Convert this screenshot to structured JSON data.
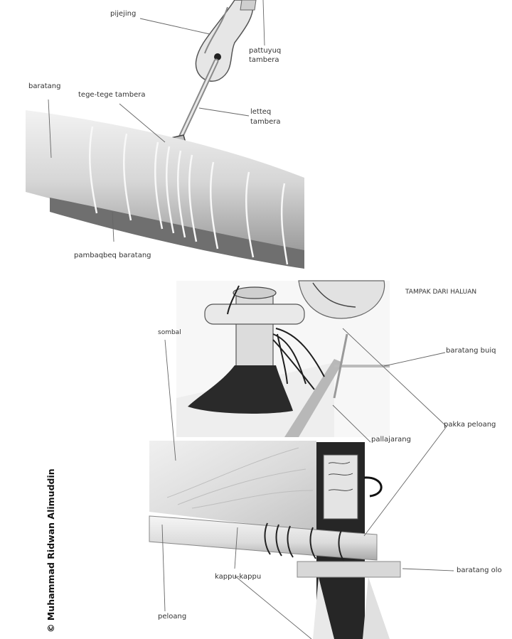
{
  "labels": {
    "pijejing": "pijejing",
    "pattuyuq_line1": "pattuyuq",
    "pattuyuq_line2": "tambera",
    "baratang": "baratang",
    "tege_tege_tambera": "tege-tege tambera",
    "letteq_line1": "letteq",
    "letteq_line2": "tambera",
    "pambaqbeq_baratang": "pambaqbeq baratang",
    "tampak_dari_haluan": "TAMPAK DARI HALUAN",
    "sombal": "sombal",
    "baratang_buiq": "baratang buiq",
    "pakka_peloang": "pakka peloang",
    "pallajarang": "pallajarang",
    "baratang_olo": "baratang olo",
    "kappu_kappu": "kappu-kappu",
    "peloang": "peloang"
  },
  "credit": "© Muhammad Ridwan Alimuddin",
  "colors": {
    "sail": "#e2e2e2",
    "bag": "#2a2a2a",
    "mast": "#262626",
    "spar": "#dcdcdc"
  }
}
